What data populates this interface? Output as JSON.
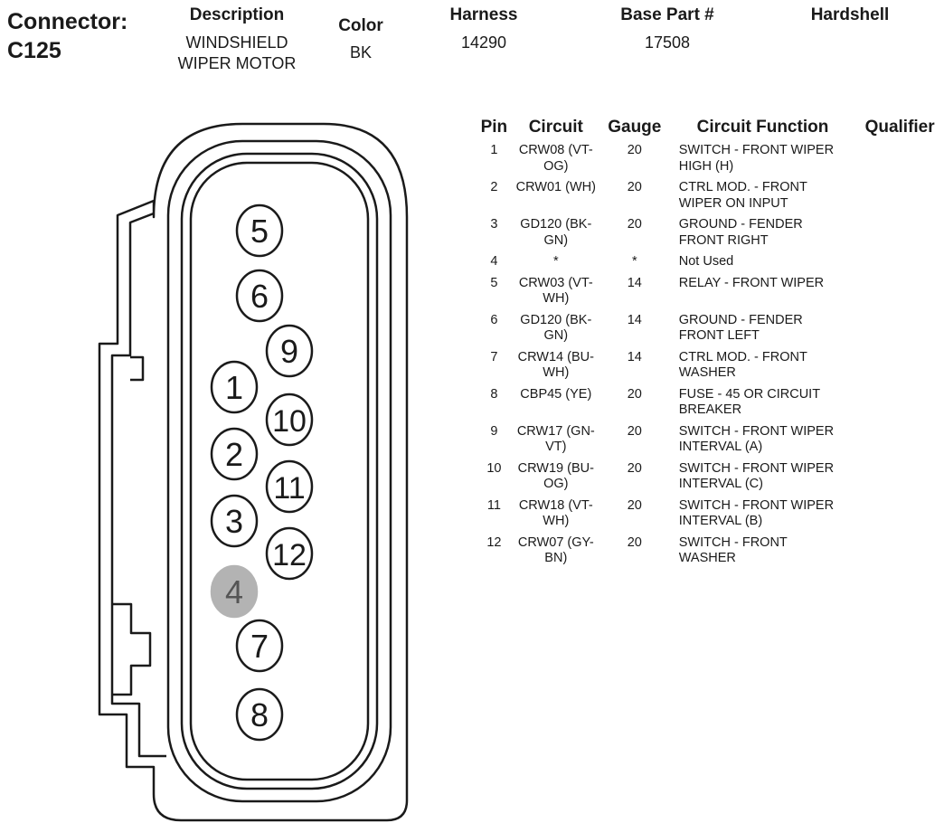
{
  "connector": {
    "label": "Connector:",
    "id": "C125"
  },
  "header": {
    "description_label": "Description",
    "description_lines": [
      "WINDSHIELD",
      "WIPER MOTOR"
    ],
    "color_label": "Color",
    "color_value": "BK",
    "harness_label": "Harness",
    "harness_value": "14290",
    "base_part_label": "Base Part #",
    "base_part_value": "17508",
    "hardshell_label": "Hardshell"
  },
  "table": {
    "columns": [
      "Pin",
      "Circuit",
      "Gauge",
      "Circuit Function",
      "Qualifier"
    ],
    "rows": [
      {
        "pin": "1",
        "circuit": [
          "CRW08 (VT-",
          "OG)"
        ],
        "gauge": "20",
        "function": [
          "SWITCH - FRONT WIPER",
          "HIGH (H)"
        ]
      },
      {
        "pin": "2",
        "circuit": [
          "CRW01 (WH)"
        ],
        "gauge": "20",
        "function": [
          "CTRL MOD. - FRONT",
          "WIPER ON INPUT"
        ]
      },
      {
        "pin": "3",
        "circuit": [
          "GD120 (BK-",
          "GN)"
        ],
        "gauge": "20",
        "function": [
          "GROUND - FENDER",
          "FRONT RIGHT"
        ]
      },
      {
        "pin": "4",
        "circuit": [
          "*"
        ],
        "gauge": "*",
        "function": [
          "Not Used"
        ]
      },
      {
        "pin": "5",
        "circuit": [
          "CRW03 (VT-",
          "WH)"
        ],
        "gauge": "14",
        "function": [
          "RELAY - FRONT WIPER"
        ]
      },
      {
        "pin": "6",
        "circuit": [
          "GD120 (BK-",
          "GN)"
        ],
        "gauge": "14",
        "function": [
          "GROUND - FENDER",
          "FRONT LEFT"
        ]
      },
      {
        "pin": "7",
        "circuit": [
          "CRW14 (BU-",
          "WH)"
        ],
        "gauge": "14",
        "function": [
          "CTRL MOD. - FRONT",
          "WASHER"
        ]
      },
      {
        "pin": "8",
        "circuit": [
          "CBP45 (YE)"
        ],
        "gauge": "20",
        "function": [
          "FUSE - 45 OR CIRCUIT",
          "BREAKER"
        ]
      },
      {
        "pin": "9",
        "circuit": [
          "CRW17 (GN-",
          "VT)"
        ],
        "gauge": "20",
        "function": [
          "SWITCH - FRONT WIPER",
          "INTERVAL (A)"
        ]
      },
      {
        "pin": "10",
        "circuit": [
          "CRW19 (BU-",
          "OG)"
        ],
        "gauge": "20",
        "function": [
          "SWITCH - FRONT WIPER",
          "INTERVAL (C)"
        ]
      },
      {
        "pin": "11",
        "circuit": [
          "CRW18 (VT-",
          "WH)"
        ],
        "gauge": "20",
        "function": [
          "SWITCH - FRONT WIPER",
          "INTERVAL (B)"
        ]
      },
      {
        "pin": "12",
        "circuit": [
          "CRW07 (GY-",
          "BN)"
        ],
        "gauge": "20",
        "function": [
          "SWITCH - FRONT",
          "WASHER"
        ]
      }
    ]
  },
  "diagram": {
    "pins": [
      {
        "label": "5",
        "used": true
      },
      {
        "label": "6",
        "used": true
      },
      {
        "label": "9",
        "used": true
      },
      {
        "label": "1",
        "used": true
      },
      {
        "label": "10",
        "used": true
      },
      {
        "label": "2",
        "used": true
      },
      {
        "label": "11",
        "used": true
      },
      {
        "label": "3",
        "used": true
      },
      {
        "label": "12",
        "used": true
      },
      {
        "label": "4",
        "used": false
      },
      {
        "label": "7",
        "used": true
      },
      {
        "label": "8",
        "used": true
      }
    ],
    "colors": {
      "outline": "#1a1a1a",
      "unused_fill": "#b3b3b3",
      "unused_text": "#555555"
    }
  }
}
